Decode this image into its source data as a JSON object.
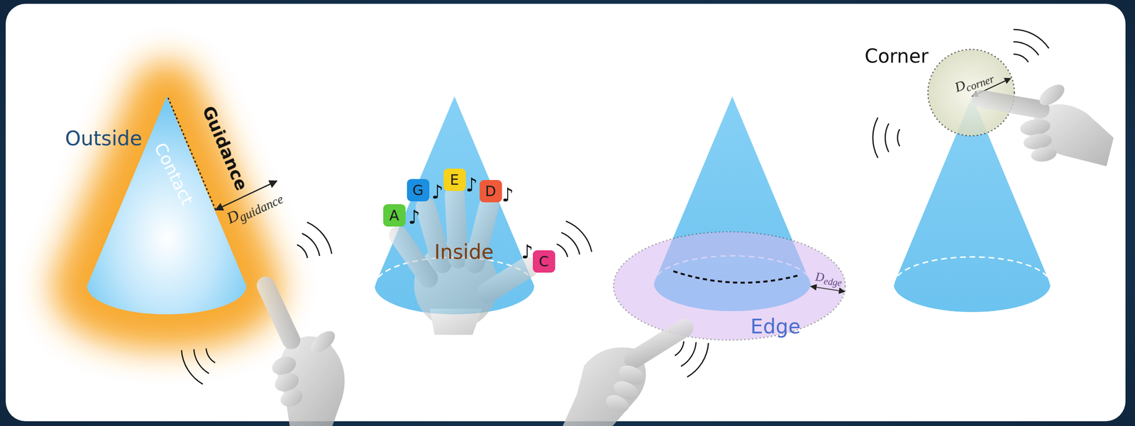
{
  "diagram": {
    "nodes": [
      {
        "text": [
          "A"
        ]
      },
      {
        "text": [
          "G"
        ]
      },
      {
        "text": [
          "E"
        ]
      },
      {
        "text": [
          "D"
        ]
      },
      {
        "text": [
          "C"
        ]
      }
    ],
    "labels": [
      "Outside",
      "Contact",
      "Guidance",
      "D",
      "guidance",
      "♪",
      "♪",
      "♪",
      "♪",
      "♪",
      "Inside",
      "D",
      "edge",
      "Edge",
      "Corner",
      "D",
      "corner"
    ]
  }
}
